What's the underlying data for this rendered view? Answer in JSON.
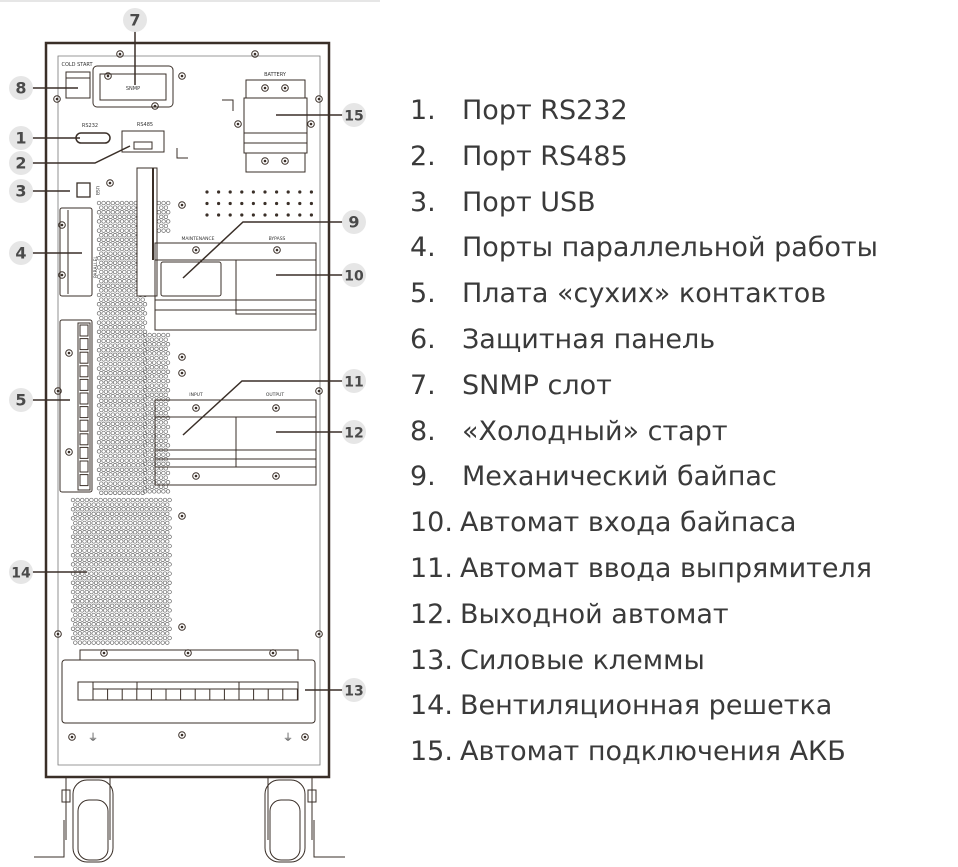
{
  "panel_labels": {
    "cold_start": "COLD START",
    "snmp": "SNMP",
    "battery": "BATTERY",
    "rs232": "RS232",
    "rs485": "RS485",
    "usb": "USB",
    "parallel": "PARALLEL",
    "maintenance": "MAINTENANCE",
    "bypass": "BYPASS",
    "input": "INPUT",
    "output": "OUTPUT"
  },
  "callouts": [
    "1",
    "2",
    "3",
    "4",
    "5",
    "7",
    "8",
    "9",
    "10",
    "11",
    "12",
    "13",
    "14",
    "15"
  ],
  "legend": [
    {
      "num": "1.",
      "text": "Порт RS232"
    },
    {
      "num": "2.",
      "text": "Порт RS485"
    },
    {
      "num": "3.",
      "text": "Порт USB"
    },
    {
      "num": "4.",
      "text": "Порты параллельной работы"
    },
    {
      "num": "5.",
      "text": "Плата «сухих» контактов"
    },
    {
      "num": "6.",
      "text": "Защитная панель"
    },
    {
      "num": "7.",
      "text": "SNMP слот"
    },
    {
      "num": "8.",
      "text": "«Холодный» старт"
    },
    {
      "num": "9.",
      "text": "Механический байпас"
    },
    {
      "num": "10.",
      "text": "Автомат входа байпаса"
    },
    {
      "num": "11.",
      "text": "Автомат ввода выпрямителя"
    },
    {
      "num": "12.",
      "text": "Выходной автомат"
    },
    {
      "num": "13.",
      "text": "Силовые клеммы"
    },
    {
      "num": "14.",
      "text": "Вентиляционная решетка"
    },
    {
      "num": "15.",
      "text": "Автомат подключения АКБ"
    }
  ],
  "colors": {
    "line": "#3a2f28",
    "callout_bg": "#e6e6e6",
    "callout_text": "#4a4a4a",
    "legend_text": "#3a3a3a"
  }
}
